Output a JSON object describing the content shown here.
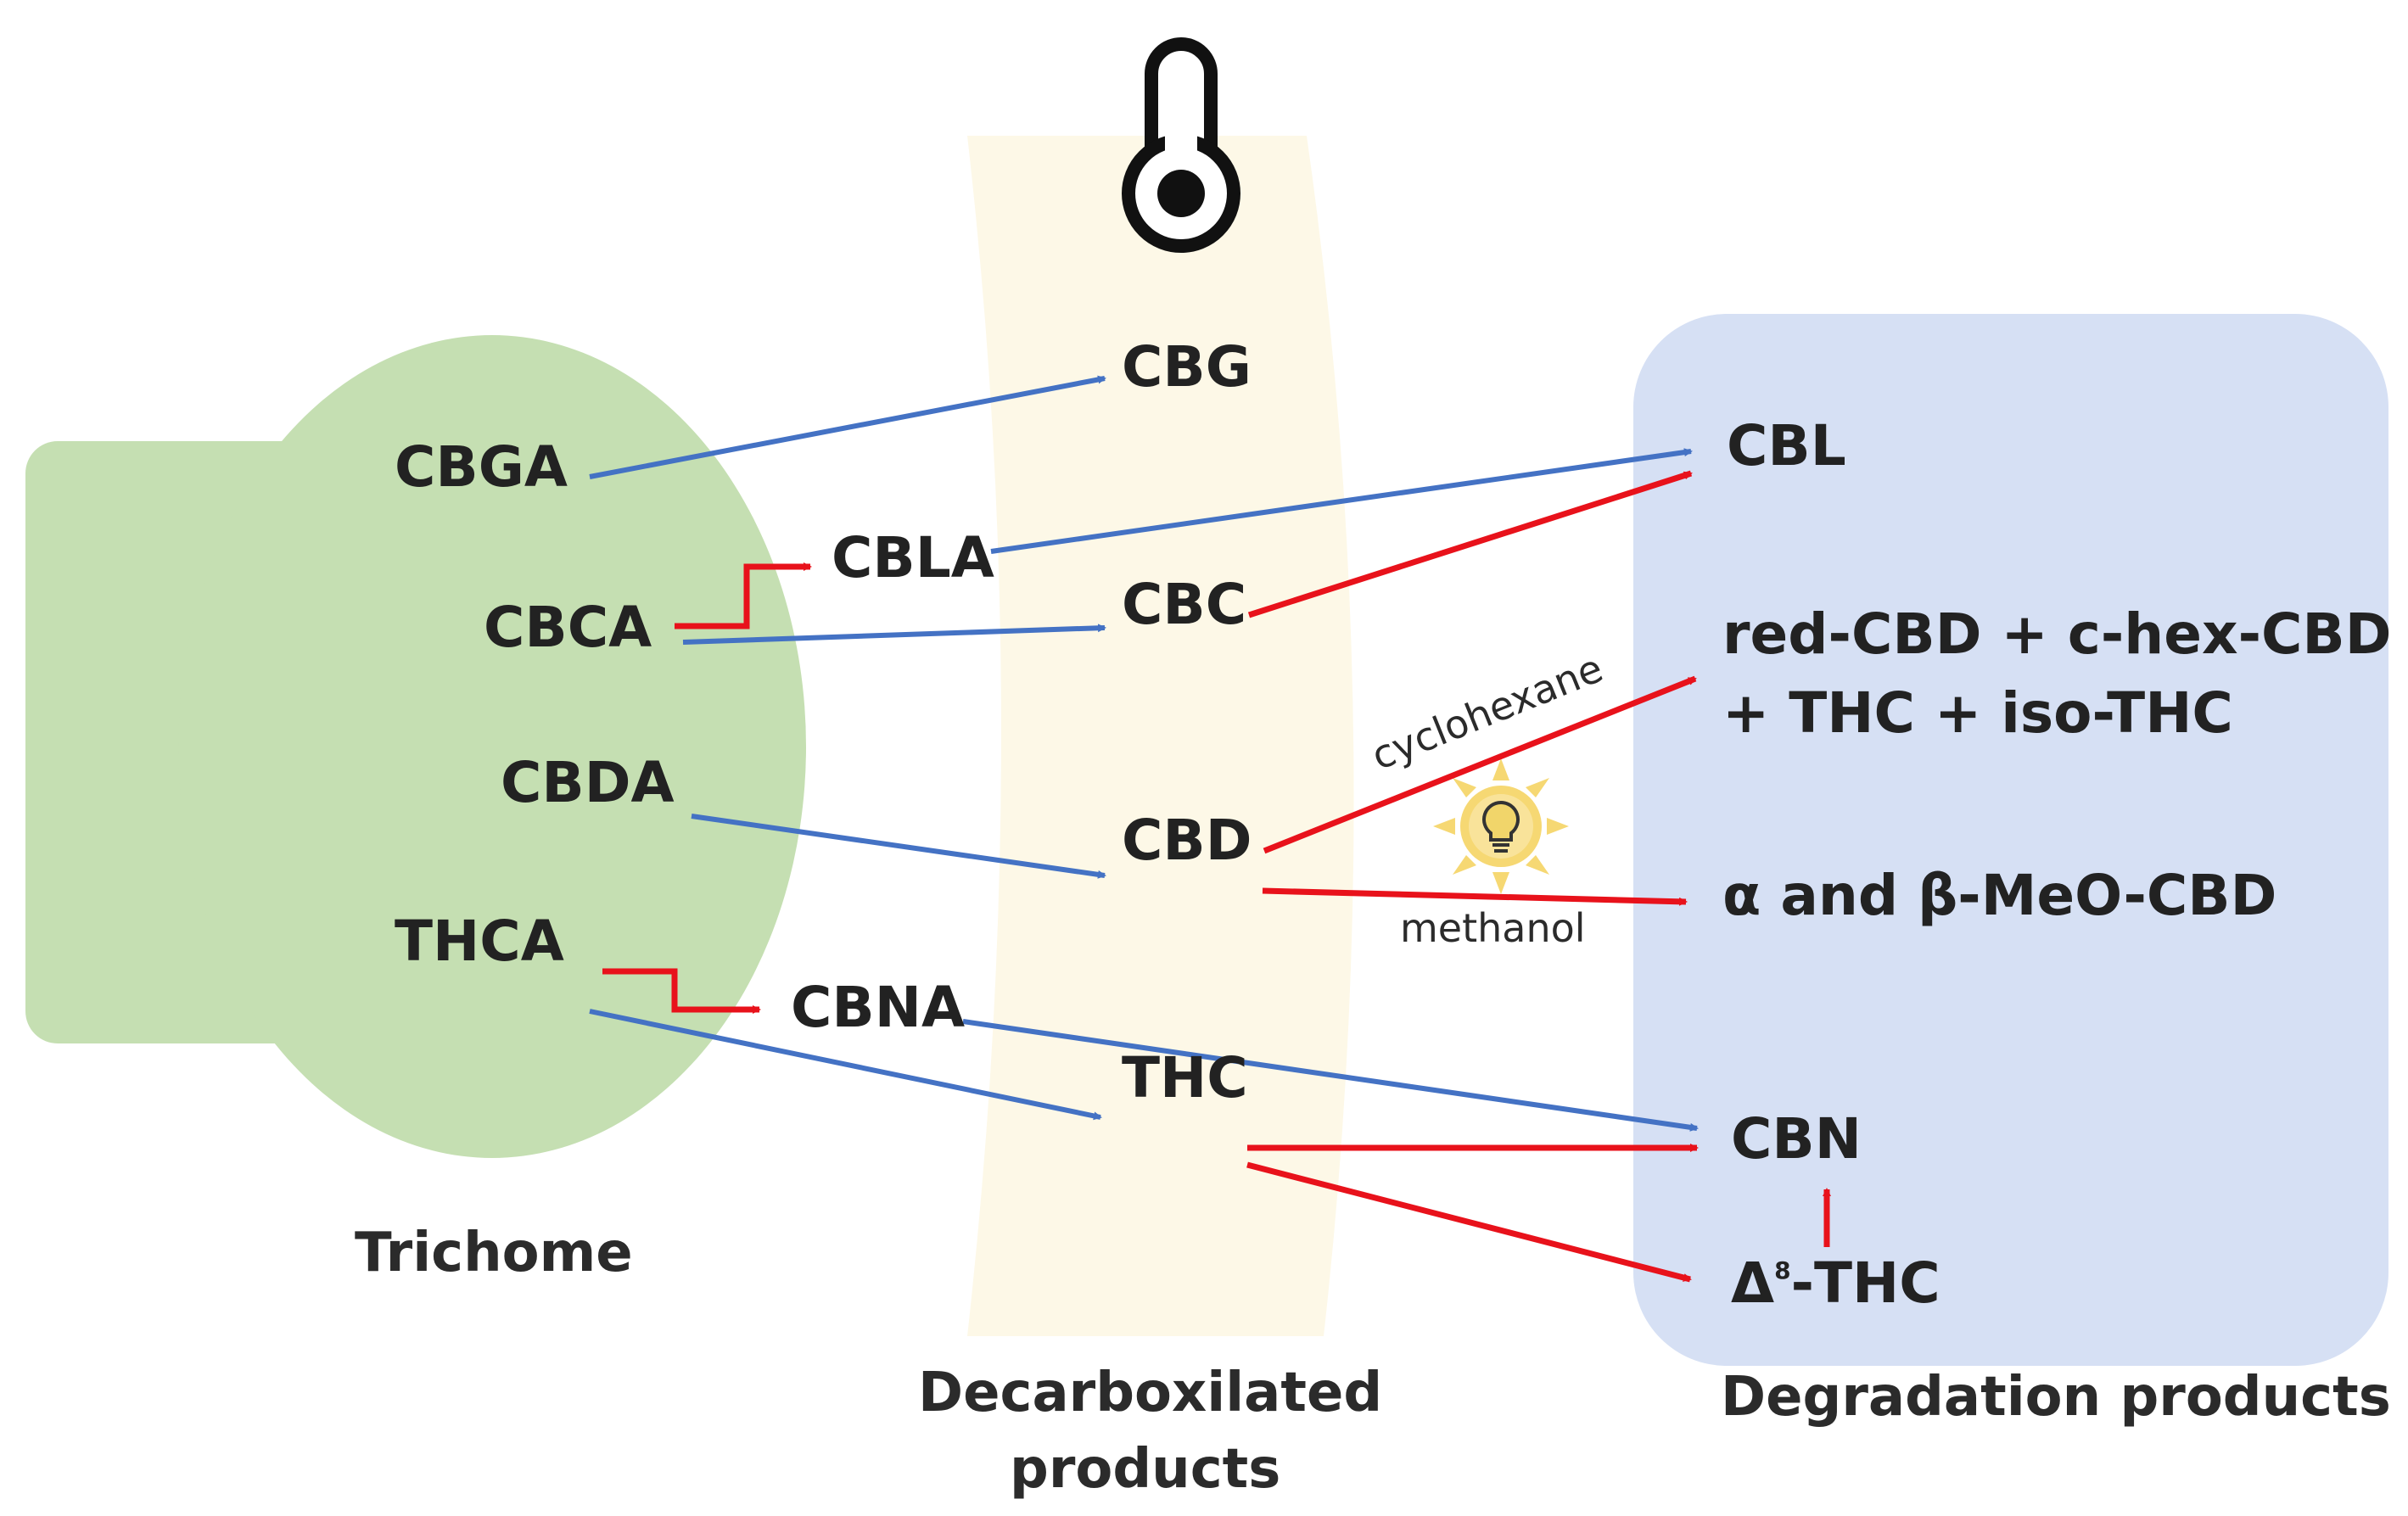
{
  "compounds": {
    "cbga": "CBGA",
    "cbca": "CBCA",
    "cbda": "CBDA",
    "thca": "THCA",
    "cbla": "CBLA",
    "cbna": "CBNA",
    "cbg": "CBG",
    "cbc": "CBC",
    "cbd": "CBD",
    "thc": "THC",
    "cbl": "CBL",
    "red_cbd_line1": "red-CBD + c-hex-CBD",
    "red_cbd_line2": "+ THC + iso-THC",
    "meo_cbd": "α and β-MeO-CBD",
    "cbn": "CBN",
    "delta8_symbol": "Δ",
    "delta8_sup": "8",
    "delta8_suffix": "-THC"
  },
  "conditions": {
    "cyclohexane": "cyclohexane",
    "methanol": "methanol"
  },
  "captions": {
    "trichome": "Trichome",
    "decarbox_line1": "Decarboxilated",
    "decarbox_line2": "products",
    "degradation": "Degradation products"
  },
  "icons": {
    "heat": "thermometer-icon",
    "light": "light-bulb-sun-icon"
  },
  "colors": {
    "trichome_fill": "#c5dfb2",
    "decarbox_band": "#fdf8e7",
    "degradation_fill": "#d6e0f4",
    "blue_arrow": "#4472c4",
    "red_arrow": "#e8121b",
    "sun": "#f6d873",
    "bulb": "#f1d56a"
  }
}
